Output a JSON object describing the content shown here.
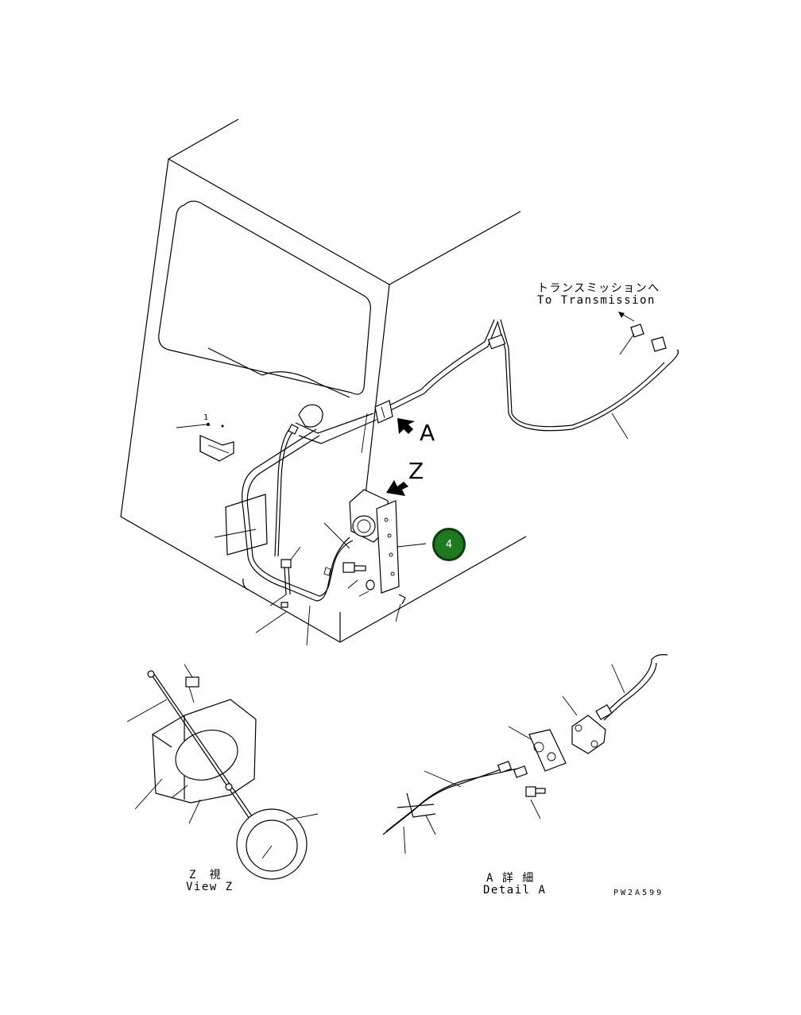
{
  "labels": {
    "to_transmission_jp": "トランスミッションへ",
    "to_transmission_en": "To Transmission",
    "arrow_a": "A",
    "arrow_z": "Z",
    "view_z_jp": "Z　視",
    "view_z_en": "View Z",
    "detail_a_jp": "A 詳 細",
    "detail_a_en": "Detail A",
    "drawing_code": "PW2A599",
    "part_1": "1"
  },
  "callout": {
    "number": "4",
    "color": "#1f7a1f"
  }
}
